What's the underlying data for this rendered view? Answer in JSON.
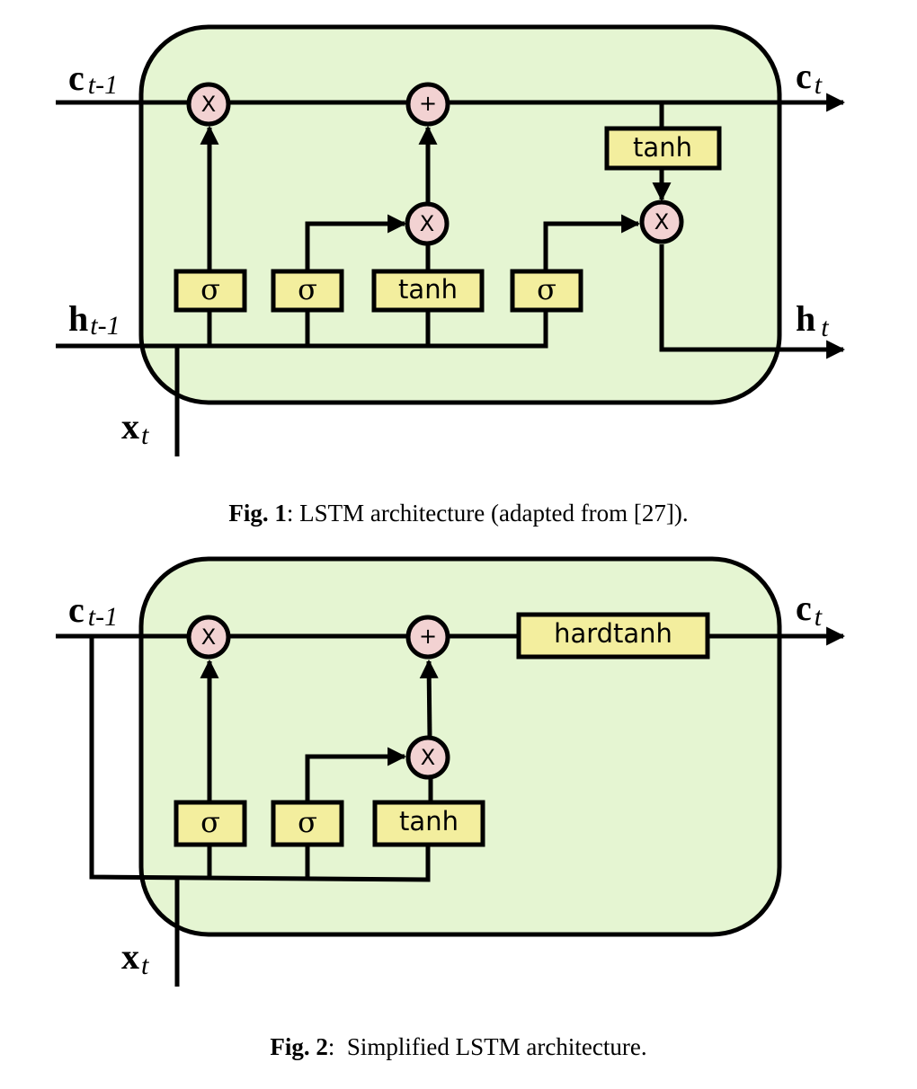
{
  "figures": [
    {
      "id": "fig1",
      "caption_label": "Fig. 1",
      "caption_text": ": LSTM architecture (adapted from [27]).",
      "labels": {
        "c_in": {
          "main": "c",
          "sub": "t-1"
        },
        "c_out": {
          "main": "c",
          "sub": "t"
        },
        "h_in": {
          "main": "h",
          "sub": "t-1"
        },
        "h_out": {
          "main": "h",
          "sub": "t"
        },
        "x_in": {
          "main": "x",
          "sub": "t"
        }
      },
      "operators": {
        "forget_mult": "X",
        "cell_add": "+",
        "input_mult": "X",
        "output_mult": "X"
      },
      "blocks": {
        "forget_gate": "σ",
        "input_gate": "σ",
        "candidate": "tanh",
        "output_gate": "σ",
        "cell_tanh": "tanh"
      }
    },
    {
      "id": "fig2",
      "caption_label": "Fig. 2",
      "caption_text": ":  Simplified LSTM architecture.",
      "labels": {
        "c_in": {
          "main": "c",
          "sub": "t-1"
        },
        "c_out": {
          "main": "c",
          "sub": "t"
        },
        "x_in": {
          "main": "x",
          "sub": "t"
        }
      },
      "operators": {
        "forget_mult": "X",
        "cell_add": "+",
        "input_mult": "X"
      },
      "blocks": {
        "forget_gate": "σ",
        "input_gate": "σ",
        "candidate": "tanh",
        "hardtanh": "hardtanh"
      }
    }
  ],
  "colors": {
    "cell_fill": "#e5f5d2",
    "operator_fill": "#f2d2d2",
    "block_fill": "#f3ee9e",
    "stroke": "#000000"
  }
}
